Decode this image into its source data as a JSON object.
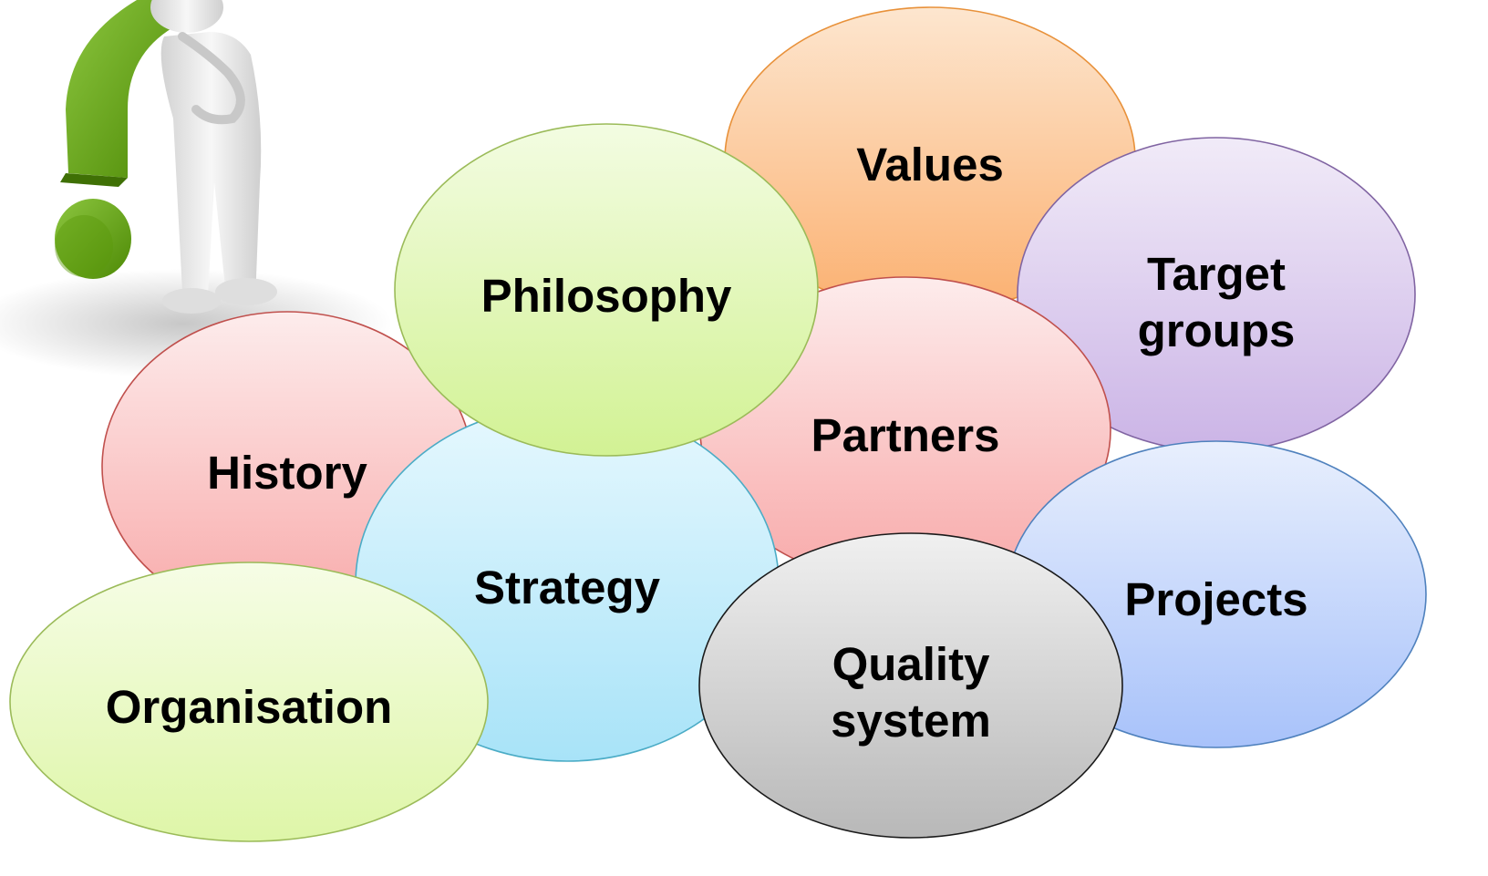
{
  "diagram": {
    "bubbles": [
      {
        "id": "history",
        "lines": [
          "History"
        ],
        "color": "#f9b3b3",
        "border": "#c0504d"
      },
      {
        "id": "values",
        "lines": [
          "Values"
        ],
        "color": "#fbb87a",
        "border": "#e8913a"
      },
      {
        "id": "target-groups",
        "lines": [
          "Target",
          "groups"
        ],
        "color": "#d6c4ea",
        "border": "#8064a2"
      },
      {
        "id": "partners",
        "lines": [
          "Partners"
        ],
        "color": "#fbb3b3",
        "border": "#c0504d"
      },
      {
        "id": "projects",
        "lines": [
          "Projects"
        ],
        "color": "#bcd0fb",
        "border": "#4f81bd"
      },
      {
        "id": "strategy",
        "lines": [
          "Strategy"
        ],
        "color": "#bfeafa",
        "border": "#4bacc6"
      },
      {
        "id": "philosophy",
        "lines": [
          "Philosophy"
        ],
        "color": "#dcf5aa",
        "border": "#9bbb59"
      },
      {
        "id": "organisation",
        "lines": [
          "Organisation"
        ],
        "color": "#e4f7b8",
        "border": "#9bbb59"
      },
      {
        "id": "quality-system",
        "lines": [
          "Quality",
          "system"
        ],
        "color": "#cccccc",
        "border": "#1a1a1a"
      }
    ],
    "illustration": {
      "name": "thinking-figure-question-mark",
      "accent": "#6aa80e",
      "figure_color": "#e6e6e6"
    }
  }
}
